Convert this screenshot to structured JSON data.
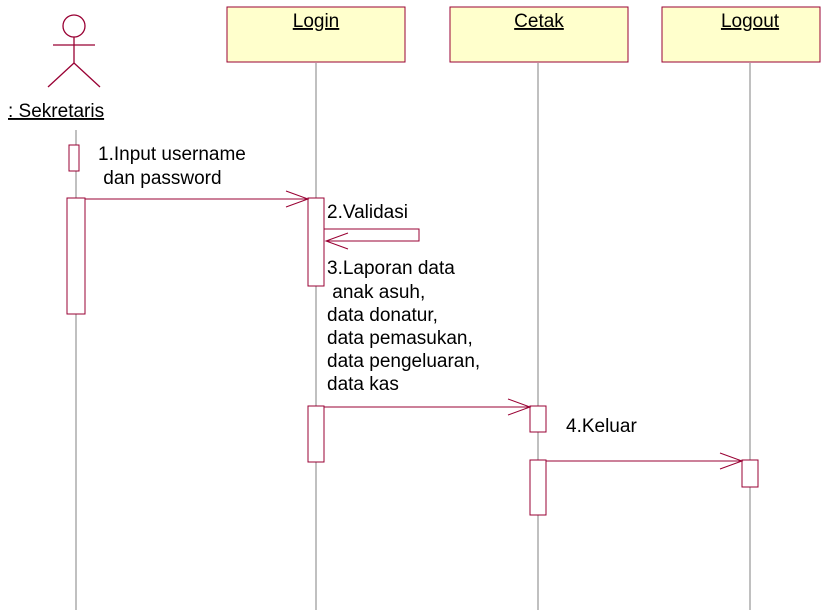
{
  "actor": {
    "label": ": Sekretaris",
    "icon": "stick-figure-actor-icon"
  },
  "objects": [
    {
      "label": "Login"
    },
    {
      "label": "Cetak"
    },
    {
      "label": "Logout"
    }
  ],
  "messages": [
    {
      "lines": [
        "1.Input username",
        " dan password"
      ]
    },
    {
      "lines": [
        "2.Validasi"
      ]
    },
    {
      "lines": [
        "3.Laporan data",
        " anak asuh,",
        "data donatur,",
        "data pemasukan,",
        "data pengeluaran,",
        "data kas"
      ]
    },
    {
      "lines": [
        "4.Keluar"
      ]
    }
  ],
  "colors": {
    "object_fill": "#FFFFCC",
    "stroke": "#990033",
    "lifeline": "#808080",
    "text": "#000000"
  }
}
